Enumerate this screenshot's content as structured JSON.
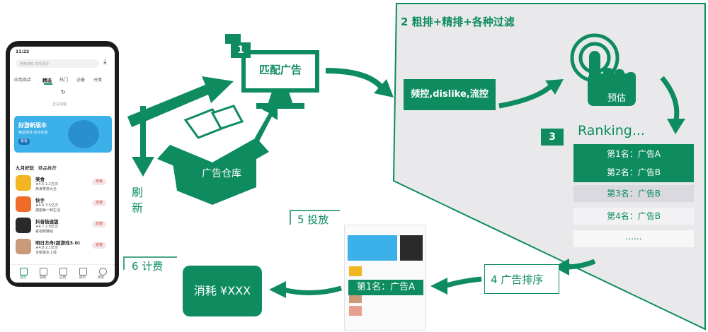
{
  "phone": {
    "status_time": "11:22",
    "search_placeholder": "搜索游戏 发现更多",
    "nav_tabs": [
      "应用商店",
      "精选",
      "热门",
      "必备",
      "分类"
    ],
    "active_tab_index": 1,
    "loading_text": "正在加载",
    "banner_title": "好游新版本",
    "banner_subtitle": "精品游戏 抢先体验",
    "banner_button": "看看",
    "section_title": "九月好玩",
    "section_subtitle": "精品推荐",
    "apps": [
      {
        "name": "美食",
        "meta": "★4.5 1.2万次",
        "desc": "美食菜谱大全",
        "action": "安装",
        "color": "#f2b622"
      },
      {
        "name": "快手",
        "meta": "★4.6 3.5亿次",
        "desc": "拥抱每一种生活",
        "action": "安装",
        "color": "#f06b2a"
      },
      {
        "name": "抖音极速版",
        "meta": "★4.7 2.8亿次",
        "desc": "看视频赚钱",
        "action": "安装",
        "color": "#2a2a2a"
      },
      {
        "name": "明日方舟(超游戏3.0)",
        "meta": "★4.8 1.1亿次",
        "desc": "全新版本上线",
        "action": "安装",
        "color": "#c99a77"
      }
    ],
    "bottom_tabs": [
      "首页",
      "游戏",
      "应用",
      "排行",
      "我的"
    ]
  },
  "diagram": {
    "step1_num": "1",
    "match_ads": "匹配广告",
    "warehouse": "广告仓库",
    "refresh": "刷\n新",
    "step2_title": "2 粗排+精排+各种过滤",
    "filter_box": "频控,dislike,流控",
    "predict": "预估",
    "step3_num": "3",
    "ranking": "Ranking...",
    "rank_rows": [
      "第1名：广告A",
      "第2名：广告B",
      "第3名：广告B",
      "第4名：广告B",
      "......"
    ],
    "step4": "4 广告排序",
    "step5": "5 投放",
    "step6": "6 计费",
    "cost": "消耗 ¥XXX",
    "mini_top_ad": "第1名：广告A"
  },
  "colors": {
    "brand_green": "#0e8c5f",
    "panel_gray": "#e9e9ec"
  }
}
